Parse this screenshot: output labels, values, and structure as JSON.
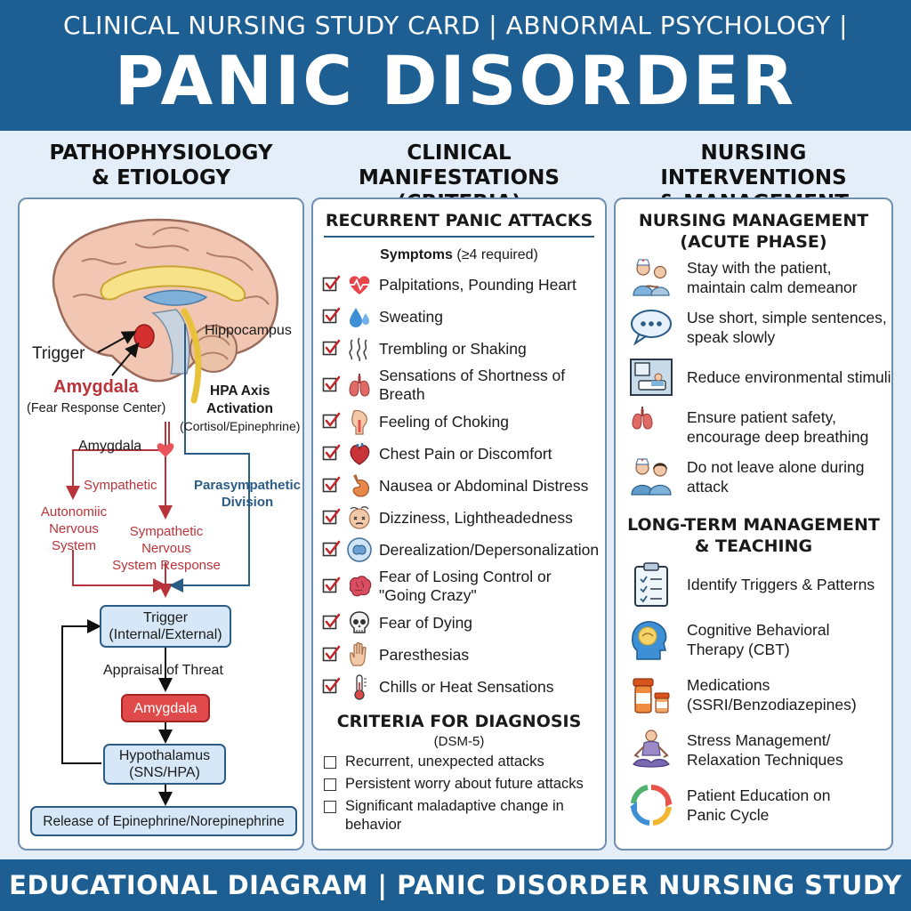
{
  "header": {
    "subtitle": "CLINICAL NURSING STUDY CARD | ABNORMAL PSYCHOLOGY |",
    "title": "PANIC DISORDER"
  },
  "columns": {
    "col1": {
      "line1": "PATHOPHYSIOLOGY",
      "line2": "& ETIOLOGY"
    },
    "col2": {
      "line1": "CLINICAL MANIFESTATIONS",
      "line2": "(CRITERIA)"
    },
    "col3": {
      "line1": "NURSING INTERVENTIONS",
      "line2": "& MANAGEMENT"
    }
  },
  "patho": {
    "brain_labels": {
      "trigger": "Trigger",
      "amygdala": "Amygdala",
      "amygdala_sub": "(Fear Response Center)",
      "hippocampus": "Hippocampus",
      "hpa_line1": "HPA Axis",
      "hpa_line2": "Activation",
      "hpa_sub": "(Cortisol/Epinephrine)"
    },
    "amygdala2": "Amygdala",
    "sympathetic": "Sympathetic",
    "ans_line1": "Autonomiic",
    "ans_line2": "Nervous",
    "ans_line3": "System",
    "sns_line1": "Sympathetic",
    "sns_line2": "Nervous",
    "sns_line3": "System Response",
    "para_line1": "Parasympathetic",
    "para_line2": "Division",
    "flow": {
      "trigger_line1": "Trigger",
      "trigger_line2": "(Internal/External)",
      "appraisal": "Appraisal of Threat",
      "amygdala": "Amygdala",
      "hypo_line1": "Hypothalamus",
      "hypo_line2": "(SNS/HPA)",
      "release": "Release of Epinephrine/Norepinephrine"
    }
  },
  "manifestations": {
    "title": "RECURRENT PANIC ATTACKS",
    "symptoms_bold": "Symptoms",
    "symptoms_rest": " (≥4 required)",
    "symptoms": [
      {
        "line1": "Palpitations, Pounding Heart",
        "line2": "",
        "icon": "heart-icon"
      },
      {
        "line1": "Sweating",
        "line2": "",
        "icon": "droplets-icon"
      },
      {
        "line1": "Trembling or Shaking",
        "line2": "",
        "icon": "tremble-icon"
      },
      {
        "line1": "Sensations of Shortness of",
        "line2": "Breath",
        "icon": "lungs-icon"
      },
      {
        "line1": "Feeling of Choking",
        "line2": "",
        "icon": "throat-icon"
      },
      {
        "line1": "Chest Pain or Discomfort",
        "line2": "",
        "icon": "heart-organ-icon"
      },
      {
        "line1": "Nausea or Abdominal Distress",
        "line2": "",
        "icon": "stomach-icon"
      },
      {
        "line1": "Dizziness, Lightheadedness",
        "line2": "",
        "icon": "dizzy-face-icon"
      },
      {
        "line1": "Derealization/Depersonalization",
        "line2": "",
        "icon": "brain-bubble-icon"
      },
      {
        "line1": "Fear of Losing Control or",
        "line2": "\"Going Crazy\"",
        "icon": "brain-icon"
      },
      {
        "line1": "Fear of Dying",
        "line2": "",
        "icon": "skull-icon"
      },
      {
        "line1": "Paresthesias",
        "line2": "",
        "icon": "hand-icon"
      },
      {
        "line1": "Chills or Heat Sensations",
        "line2": "",
        "icon": "thermometer-icon"
      }
    ],
    "criteria_title": "CRITERIA FOR DIAGNOSIS",
    "criteria_sub": "(DSM-5)",
    "criteria": [
      {
        "line1": "Recurrent, unexpected attacks",
        "line2": ""
      },
      {
        "line1": "Persistent worry about future attacks",
        "line2": ""
      },
      {
        "line1": "Significant maladaptive change in",
        "line2": "behavior"
      }
    ]
  },
  "nursing": {
    "acute_line1": "NURSING MANAGEMENT",
    "acute_line2": "(ACUTE PHASE)",
    "acute": [
      {
        "line1": "Stay with the patient,",
        "line2": "maintain calm demeanor",
        "icon": "nurse-patient-icon"
      },
      {
        "line1": "Use short, simple sentences,",
        "line2": "speak slowly",
        "icon": "speech-bubble-icon"
      },
      {
        "line1": "Reduce environmental stimuli",
        "line2": "",
        "icon": "quiet-room-icon"
      },
      {
        "line1": "Ensure patient safety,",
        "line2": "encourage deep breathing",
        "icon": "lungs-icon"
      },
      {
        "line1": "Do not leave alone during",
        "line2": "attack",
        "icon": "nurse-companion-icon"
      }
    ],
    "long_line1": "LONG-TERM MANAGEMENT",
    "long_line2": "& TEACHING",
    "longterm": [
      {
        "line1": "Identify Triggers & Patterns",
        "line2": "",
        "icon": "clipboard-icon"
      },
      {
        "line1": "Cognitive Behavioral",
        "line2": "Therapy (CBT)",
        "icon": "head-thought-icon"
      },
      {
        "line1": "Medications",
        "line2": "(SSRI/Benzodiazepines)",
        "icon": "pill-bottle-icon"
      },
      {
        "line1": "Stress Management/",
        "line2": "Relaxation Techniques",
        "icon": "meditation-icon"
      },
      {
        "line1": "Patient Education on",
        "line2": "Panic Cycle",
        "icon": "cycle-arrows-icon"
      }
    ]
  },
  "footer": {
    "text": "EDUCATIONAL DIAGRAM | PANIC DISORDER NURSING STUDY CARD"
  },
  "colors": {
    "header_blue": "#1d5f93",
    "accent_red": "#c0282d",
    "amygdala_box": "#e04a4a",
    "flow_box": "#d6e8f7"
  }
}
